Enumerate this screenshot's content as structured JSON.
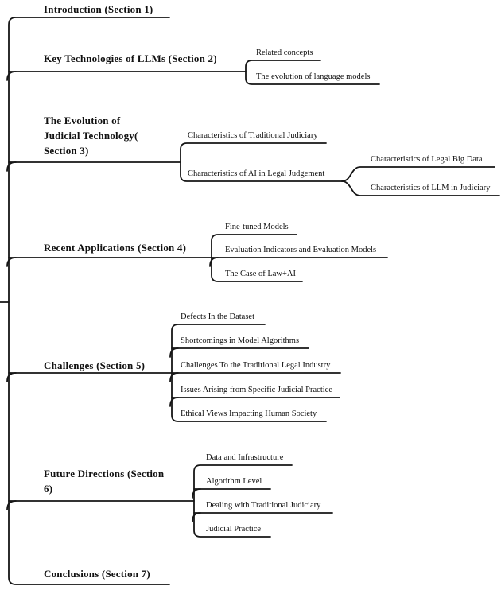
{
  "figure": {
    "type": "mindmap-outline",
    "background_color": "#ffffff",
    "line_color": "#161616",
    "text_color": "#111111"
  },
  "sections": [
    {
      "label": "Introduction (Section 1)",
      "children": []
    },
    {
      "label": "Key Technologies of LLMs (Section 2)",
      "children": [
        {
          "label": "Related concepts"
        },
        {
          "label": "The evolution of language models"
        }
      ]
    },
    {
      "label": "The Evolution of\nJudicial Technology(\nSection 3)",
      "children": [
        {
          "label": "Characteristics of Traditional Judiciary"
        },
        {
          "label": "Characteristics of AI in Legal Judgement",
          "children": [
            {
              "label": "Characteristics of Legal Big Data"
            },
            {
              "label": "Characteristics of LLM in Judiciary"
            }
          ]
        }
      ]
    },
    {
      "label": "Recent Applications (Section 4)",
      "children": [
        {
          "label": "Fine-tuned Models"
        },
        {
          "label": "Evaluation Indicators and Evaluation Models"
        },
        {
          "label": "The Case of Law+AI"
        }
      ]
    },
    {
      "label": "Challenges (Section 5)",
      "children": [
        {
          "label": "Defects In the Dataset"
        },
        {
          "label": "Shortcomings in Model Algorithms"
        },
        {
          "label": "Challenges To the Traditional Legal Industry"
        },
        {
          "label": "Issues Arising from Specific Judicial Practice"
        },
        {
          "label": "Ethical Views Impacting Human Society"
        }
      ]
    },
    {
      "label": "Future Directions (Section\n6)",
      "children": [
        {
          "label": "Data and Infrastructure"
        },
        {
          "label": "Algorithm Level"
        },
        {
          "label": "Dealing with Traditional Judiciary"
        },
        {
          "label": "Judicial Practice"
        }
      ]
    },
    {
      "label": "Conclusions (Section 7)",
      "children": []
    }
  ]
}
